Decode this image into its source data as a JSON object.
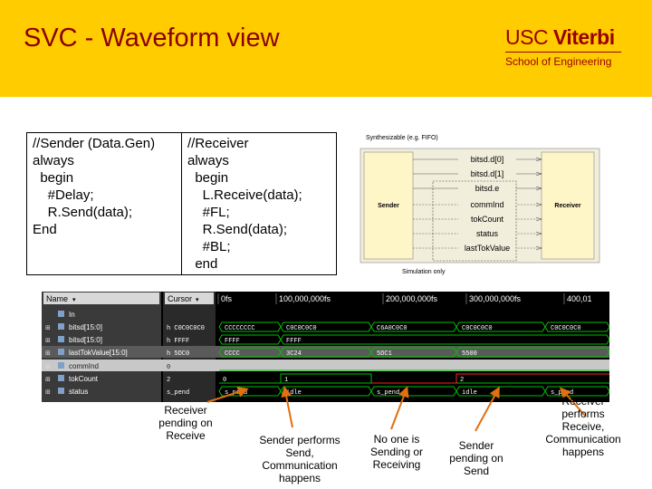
{
  "title": "SVC - Waveform view",
  "logo": {
    "line1_a": "USC",
    "line1_b": "Viterbi",
    "line2": "School of Engineering"
  },
  "code_left": "//Sender (Data.Gen)\nalways\n  begin\n    #Delay;\n    R.Send(data);\nEnd",
  "code_right": "//Receiver\nalways\n  begin\n    L.Receive(data);\n    #FL;\n    R.Send(data);\n    #BL;\n  end",
  "diagram": {
    "top_label": "Synthesizable (e.g. FIFO)",
    "sender": "Sender",
    "receiver": "Receiver",
    "signals": [
      "bitsd.d[0]",
      "bitsd.d[1]",
      "bitsd.e",
      "commInd",
      "tokCount",
      "status",
      "lastTokValue"
    ],
    "bottom_label": "Simulation only"
  },
  "waveform": {
    "name_header": "Name",
    "cursor_header": "Cursor",
    "time_labels": [
      "0fs",
      "100,000,000fs",
      "200,000,000fs",
      "300,000,000fs",
      "400,01"
    ],
    "rows": [
      {
        "name": "In",
        "cursor": "",
        "values": []
      },
      {
        "name": "bitsd[15:0]",
        "cursor": "h C0C0C0C0",
        "values": [
          "CCCCCCCC",
          "C0C0C0C0",
          "C6A0C0C0",
          "C0C0C0C0",
          "C0C0C0C0"
        ]
      },
      {
        "name": "bitsd[15:0]",
        "cursor": "h FFFF",
        "values": [
          "FFFF",
          "FFFF"
        ]
      },
      {
        "name": "lastTokValue[15:0]",
        "cursor": "h 5DC0",
        "values": [
          "CCCC",
          "3C24",
          "5DC1",
          "5500"
        ]
      },
      {
        "name": "commInd",
        "cursor": "0",
        "values": []
      },
      {
        "name": "tokCount",
        "cursor": "2",
        "values": [
          "0",
          "1",
          "2"
        ]
      },
      {
        "name": "status",
        "cursor": "s_pend",
        "values": [
          "s_pend",
          "idle",
          "s_pend",
          "idle",
          "s_pend"
        ]
      }
    ]
  },
  "annotations": [
    "Receiver\npending on\nReceive",
    "Sender performs\nSend,\nCommunication\nhappens",
    "No one is\nSending or\nReceiving",
    "Sender\npending on\nSend",
    "Receiver\nperforms\nReceive,\nCommunication\nhappens"
  ],
  "colors": {
    "header_bg": "#ffcc00",
    "title": "#8b0000",
    "wave_green": "#00c000",
    "wave_red": "#ff2020",
    "arrow_orange": "#e07010"
  }
}
